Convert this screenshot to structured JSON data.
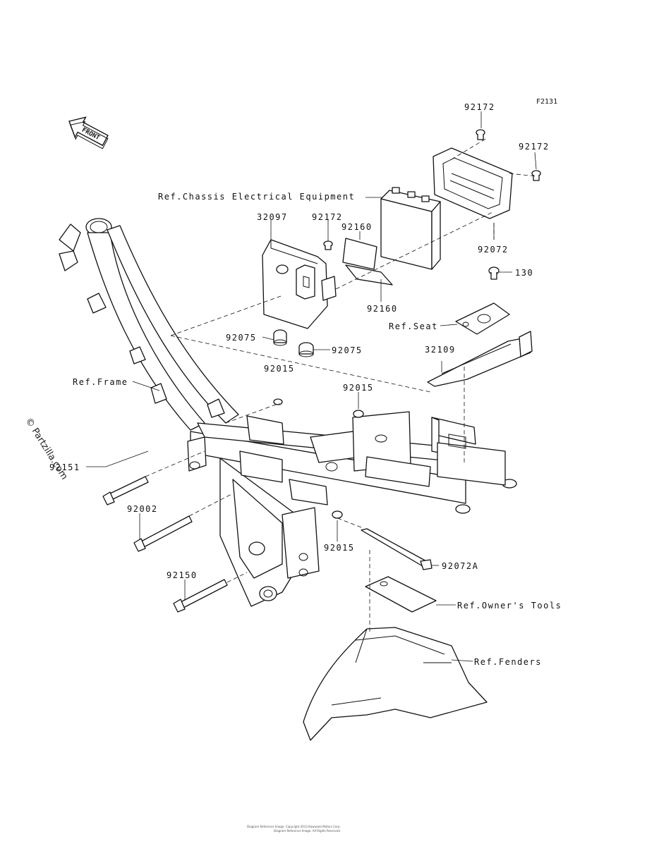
{
  "diagram_code": "F2131",
  "front_arrow_label": "FRONT",
  "watermark": "© Partzilla.com",
  "footer_line1": "Diagram Reference Image. Copyright 2013 Kawasaki Motors Corp.",
  "footer_line2": "Diagram Reference Image. All Rights Reserved.",
  "labels": {
    "p92172_top": "92172",
    "p92172_right": "92172",
    "ref_chassis_electrical": "Ref.Chassis Electrical Equipment",
    "p32097": "32097",
    "p92172_mid": "92172",
    "p92160_top": "92160",
    "p92072": "92072",
    "p130": "130",
    "p92160_bottom": "92160",
    "ref_seat": "Ref.Seat",
    "p92075_left": "92075",
    "p92075_right": "92075",
    "p32109": "32109",
    "p92015_upper": "92015",
    "p92015_mid": "92015",
    "ref_frame": "Ref.Frame",
    "p92151": "92151",
    "p92002": "92002",
    "p92015_lower": "92015",
    "p92072A": "92072A",
    "p92150": "92150",
    "ref_owners_tools": "Ref.Owner's Tools",
    "ref_fenders": "Ref.Fenders"
  }
}
